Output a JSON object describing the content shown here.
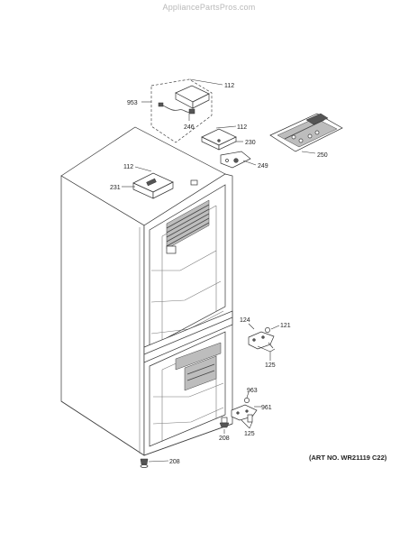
{
  "watermark": "AppliancePartsPros.com",
  "art_number": "(ART NO. WR21119 C22)",
  "callouts": [
    {
      "label": "112"
    },
    {
      "label": "953"
    },
    {
      "label": "246"
    },
    {
      "label": "112"
    },
    {
      "label": "230"
    },
    {
      "label": "249"
    },
    {
      "label": "112"
    },
    {
      "label": "231"
    },
    {
      "label": "250"
    },
    {
      "label": "124"
    },
    {
      "label": "121"
    },
    {
      "label": "125"
    },
    {
      "label": "963"
    },
    {
      "label": "961"
    },
    {
      "label": "125"
    },
    {
      "label": "208"
    },
    {
      "label": "208"
    }
  ]
}
